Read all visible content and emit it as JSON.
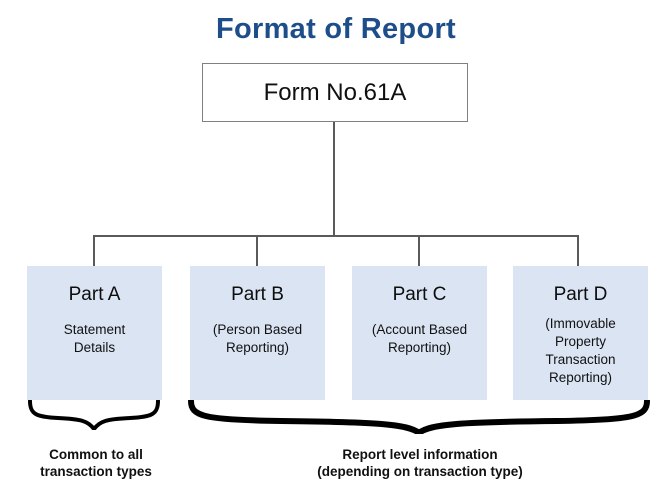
{
  "diagram": {
    "title": "Format of Report",
    "title_color": "#1d4e89",
    "root": {
      "label": "Form No.61A",
      "border_color": "#808080",
      "fill_color": "#ffffff"
    },
    "box_fill_color": "#dae4f2",
    "connector_color": "#5a5a5a",
    "parts": [
      {
        "title": "Part A",
        "subtitle": "Statement\nDetails",
        "subtitle_lines": [
          "Statement",
          "Details"
        ]
      },
      {
        "title": "Part B",
        "subtitle": "(Person Based Reporting)",
        "subtitle_lines": [
          "(Person Based",
          "Reporting)"
        ]
      },
      {
        "title": "Part C",
        "subtitle": "(Account Based Reporting)",
        "subtitle_lines": [
          "(Account Based",
          "Reporting)"
        ]
      },
      {
        "title": "Part D",
        "subtitle": "(Immovable Property Transaction Reporting)",
        "subtitle_lines": [
          "(Immovable",
          "Property",
          "Transaction",
          "Reporting)"
        ]
      }
    ],
    "captions": {
      "left": {
        "lines": [
          "Common to all",
          "transaction types"
        ],
        "line1": "Common to all",
        "line2": "transaction types",
        "covers": [
          "Part A"
        ]
      },
      "right": {
        "lines": [
          "Report level information",
          "(depending on transaction type)"
        ],
        "line1": "Report level information",
        "line2": "(depending on transaction type)",
        "covers": [
          "Part B",
          "Part C",
          "Part D"
        ]
      }
    }
  }
}
